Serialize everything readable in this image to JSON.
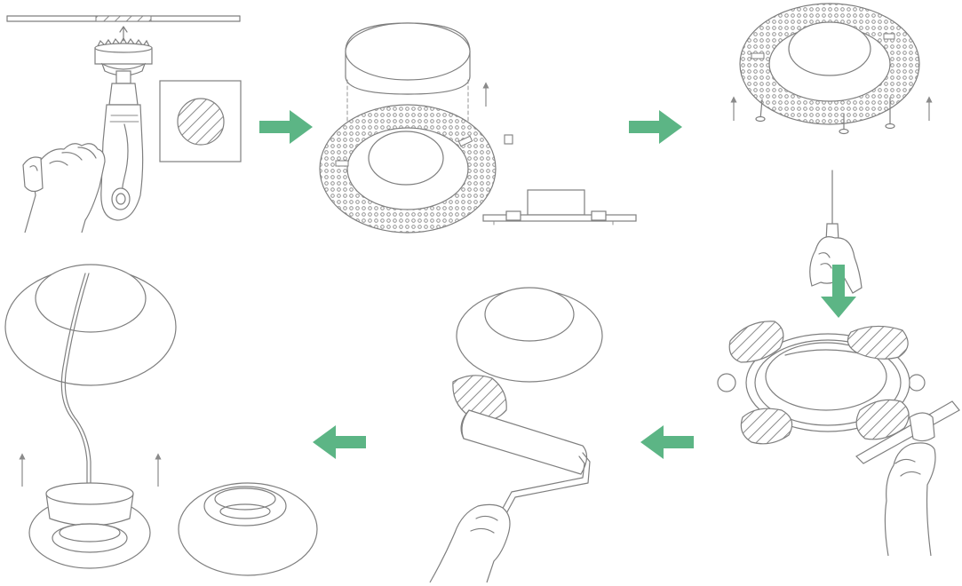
{
  "diagram": {
    "steps": [
      {
        "id": 1,
        "depicts": "cut-hole-with-hole-saw"
      },
      {
        "id": 2,
        "depicts": "fit-plaster-frame-and-driver-box"
      },
      {
        "id": 3,
        "depicts": "insert-frame-with-springs"
      },
      {
        "id": 4,
        "depicts": "screw-into-ceiling"
      },
      {
        "id": 5,
        "depicts": "plaster-with-spatula"
      },
      {
        "id": 6,
        "depicts": "paint-with-roller"
      },
      {
        "id": 7,
        "depicts": "insert-light-unit"
      }
    ],
    "arrows": [
      {
        "from": 1,
        "to": 2,
        "direction": "right"
      },
      {
        "from": 2,
        "to": 3,
        "direction": "right"
      },
      {
        "from": 3,
        "to": 4,
        "direction": "down"
      },
      {
        "from": 5,
        "to": 6,
        "direction": "left"
      },
      {
        "from": 6,
        "to": 7,
        "direction": "left"
      }
    ]
  },
  "colors": {
    "arrow": "#5cb585",
    "line": "#7f7f7f",
    "hatch": "#8a8a8a",
    "background": "#ffffff"
  }
}
